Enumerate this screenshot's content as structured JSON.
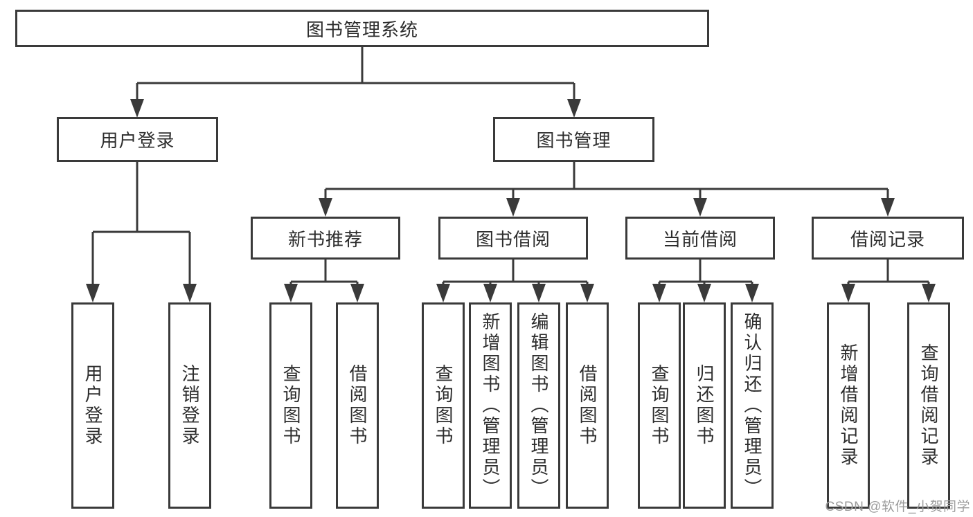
{
  "diagram": {
    "root": "图书管理系统",
    "user_login": {
      "label": "用户登录",
      "children": [
        "用户登录",
        "注销登录"
      ]
    },
    "book_management": {
      "label": "图书管理",
      "sections": [
        {
          "label": "新书推荐",
          "children": [
            "查询图书",
            "借阅图书"
          ]
        },
        {
          "label": "图书借阅",
          "children": [
            "查询图书",
            "新增图书（管理员）",
            "编辑图书（管理员）",
            "借阅图书"
          ]
        },
        {
          "label": "当前借阅",
          "children": [
            "查询图书",
            "归还图书",
            "确认归还（管理员）"
          ]
        },
        {
          "label": "借阅记录",
          "children": [
            "新增借阅记录",
            "查询借阅记录"
          ]
        }
      ]
    }
  },
  "watermark": "CSDN @软件_小贺同学",
  "colors": {
    "line": "#3a3a3a",
    "text": "#2d2d2d",
    "background": "#ffffff",
    "watermark": "#9c9c9c"
  }
}
